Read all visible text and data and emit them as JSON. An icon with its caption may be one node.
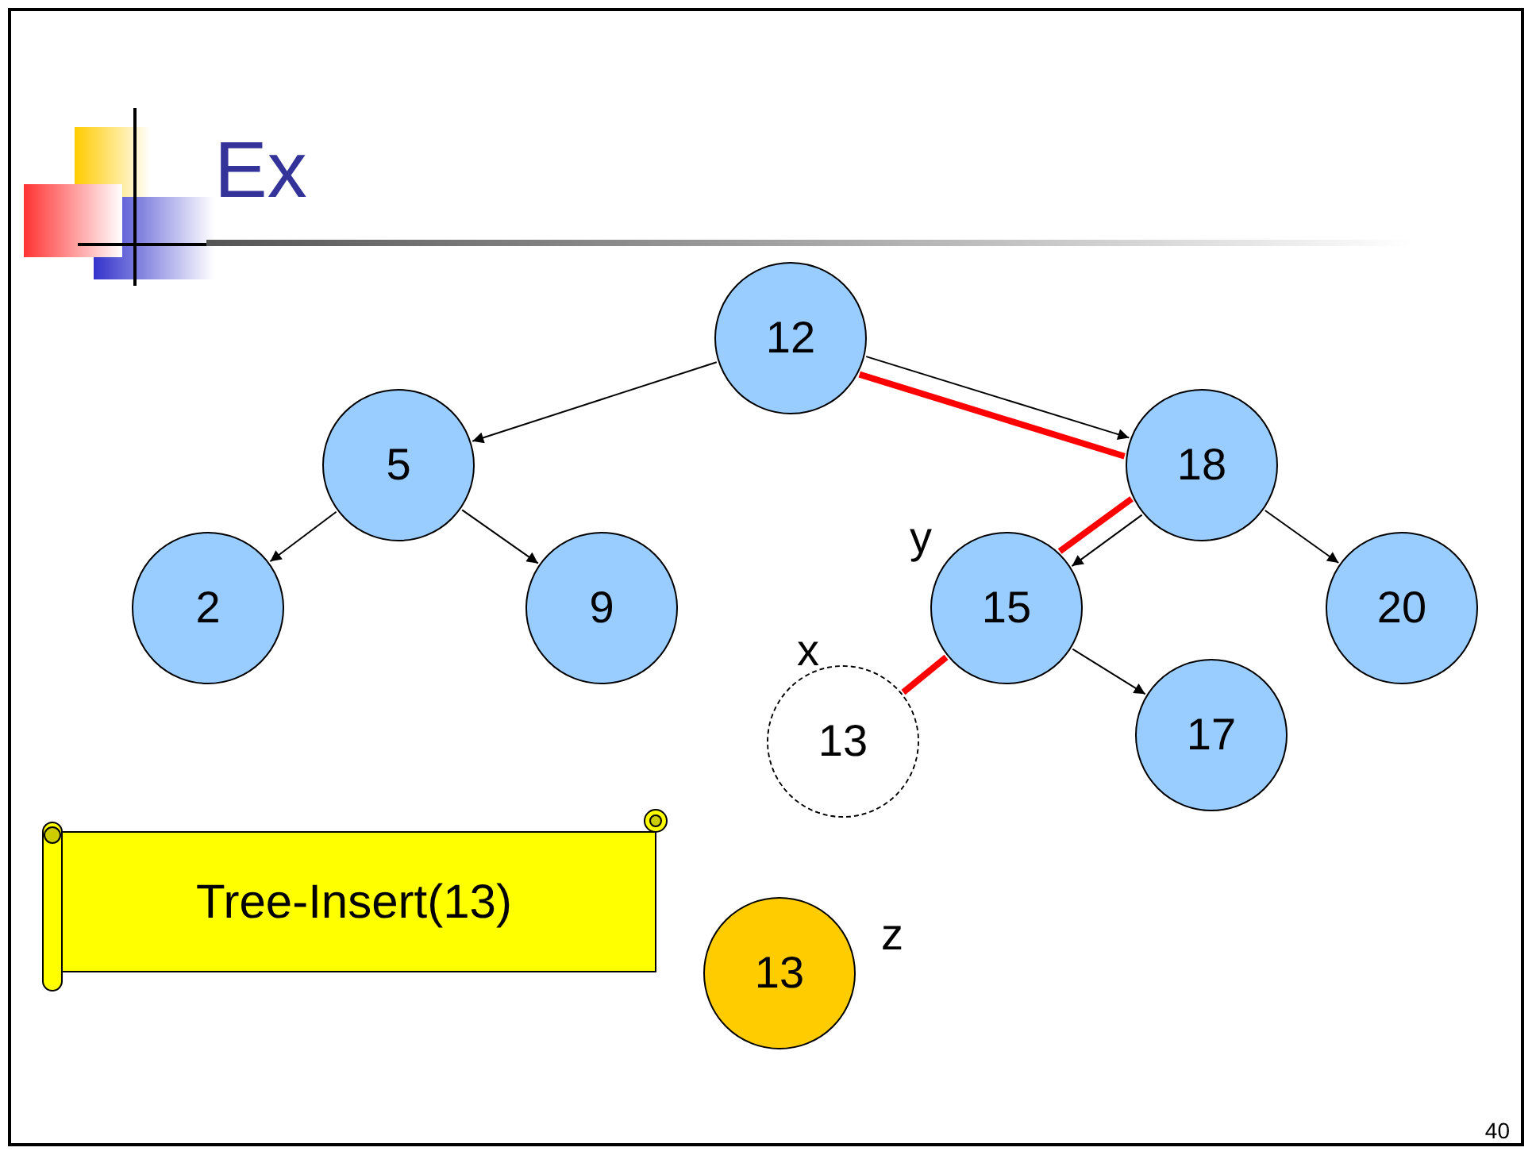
{
  "diagram": {
    "title": "Ex",
    "nodes": [
      {
        "text": [
          "12"
        ]
      },
      {
        "text": [
          "5"
        ]
      },
      {
        "text": [
          "18"
        ]
      },
      {
        "text": [
          "2"
        ]
      },
      {
        "text": [
          "9"
        ]
      },
      {
        "text": [
          "15"
        ],
        "beside": [
          "y"
        ]
      },
      {
        "text": [
          "20"
        ]
      },
      {
        "text": [
          "13"
        ],
        "beside": [
          "x"
        ]
      },
      {
        "text": [
          "17"
        ]
      },
      {
        "text": [
          "Tree-Insert(13)"
        ]
      },
      {
        "text": [
          "13"
        ],
        "beside": [
          "z"
        ]
      }
    ],
    "edges": [
      {
        "from": 0,
        "to": 1,
        "arrow": "to"
      },
      {
        "from": 0,
        "to": 2,
        "arrow": "to"
      },
      {
        "from": 1,
        "to": 3,
        "arrow": "to"
      },
      {
        "from": 1,
        "to": 4,
        "arrow": "to"
      },
      {
        "from": 2,
        "to": 5,
        "arrow": "to"
      },
      {
        "from": 2,
        "to": 6,
        "arrow": "to"
      },
      {
        "from": 5,
        "to": 8,
        "arrow": "to"
      },
      {
        "from": 0,
        "to": 2,
        "arrow": "none",
        "style": "thick",
        "color": "#ff0000"
      },
      {
        "from": 2,
        "to": 5,
        "arrow": "none",
        "style": "thick",
        "color": "#ff0000"
      },
      {
        "from": 5,
        "to": 7,
        "arrow": "none",
        "style": "thick",
        "color": "#ff0000"
      }
    ],
    "labels": [
      "40"
    ]
  }
}
